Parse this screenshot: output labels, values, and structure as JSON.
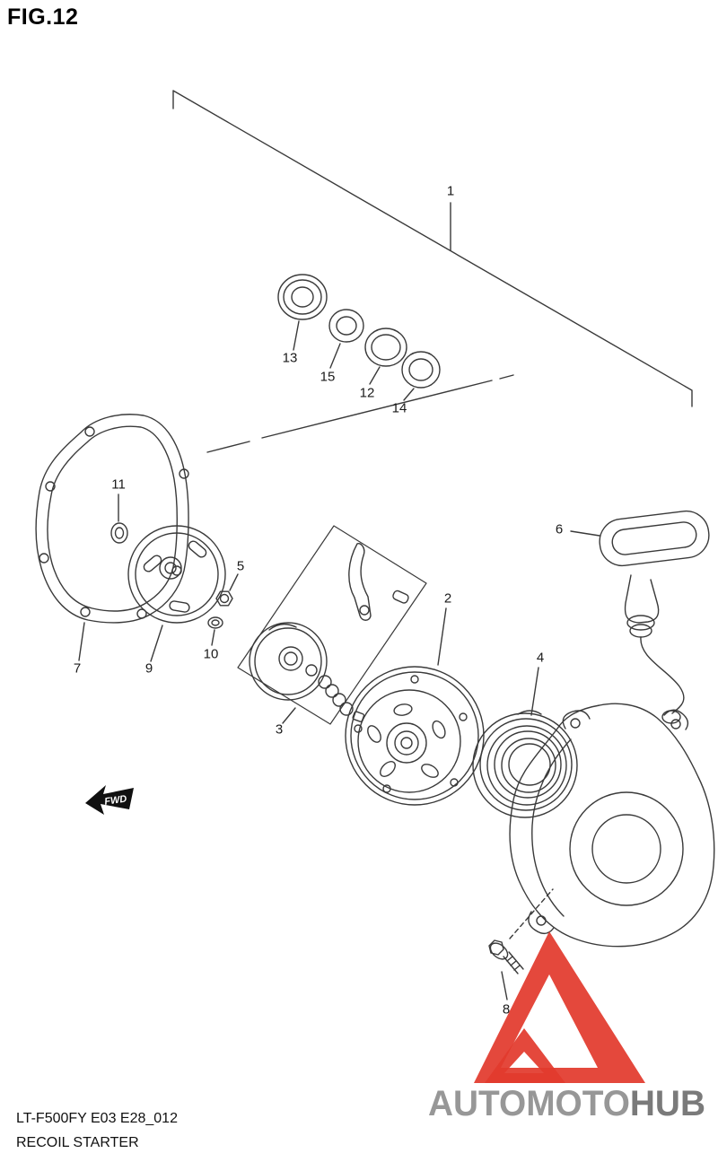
{
  "figure": {
    "title": "FIG.12",
    "model_code": "LT-F500FY E03 E28_012",
    "caption": "RECOIL STARTER"
  },
  "diagram": {
    "type": "exploded-parts-diagram",
    "fwd_label": "FWD",
    "line_color": "#3a3a3a",
    "callouts": [
      {
        "part": "1"
      },
      {
        "part": "2"
      },
      {
        "part": "3"
      },
      {
        "part": "4"
      },
      {
        "part": "5"
      },
      {
        "part": "6"
      },
      {
        "part": "7"
      },
      {
        "part": "8"
      },
      {
        "part": "9"
      },
      {
        "part": "10"
      },
      {
        "part": "11"
      },
      {
        "part": "12"
      },
      {
        "part": "13"
      },
      {
        "part": "14"
      },
      {
        "part": "15"
      }
    ]
  },
  "watermark": {
    "text_primary": "AUTOMOTO",
    "text_secondary": "HUB",
    "triangle_color": "#e23a2d",
    "text_color": "#979797"
  }
}
